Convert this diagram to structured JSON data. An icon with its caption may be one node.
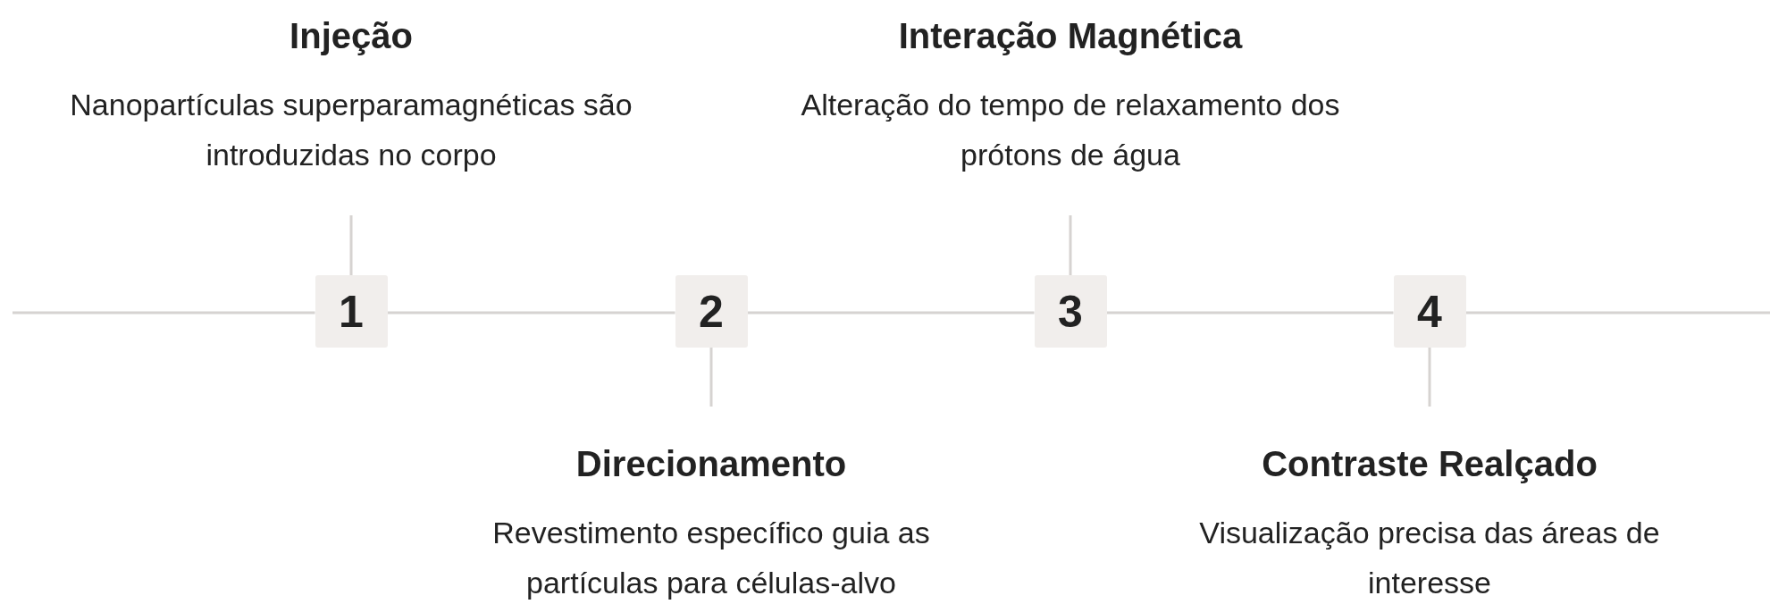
{
  "diagram": {
    "nodes": [
      {
        "text": [
          "Injeção",
          "Nanopartículas superparamagnéticas são introduzidas no corpo"
        ]
      },
      {
        "text": [
          "Interação Magnética",
          "Alteração do tempo de relaxamento dos prótons de água"
        ]
      },
      {
        "text": [
          "1"
        ]
      },
      {
        "text": [
          "2"
        ]
      },
      {
        "text": [
          "3"
        ]
      },
      {
        "text": [
          "4"
        ]
      },
      {
        "text": [
          "Direcionamento",
          "Revestimento específico guia as partículas para células-alvo"
        ]
      },
      {
        "text": [
          "Contraste Realçado",
          "Visualização precisa das áreas de interesse"
        ]
      }
    ],
    "edges": [
      {
        "from": 0,
        "to": 2,
        "arrow": "none"
      },
      {
        "from": 1,
        "to": 4,
        "arrow": "none"
      },
      {
        "from": 3,
        "to": 6,
        "arrow": "none"
      },
      {
        "from": 5,
        "to": 7,
        "arrow": "none"
      },
      {
        "from": null,
        "to": 2,
        "arrow": "none"
      },
      {
        "from": 2,
        "to": 3,
        "arrow": "none"
      },
      {
        "from": 3,
        "to": 4,
        "arrow": "none"
      },
      {
        "from": 4,
        "to": 5,
        "arrow": "none"
      },
      {
        "from": 5,
        "to": null,
        "arrow": "none"
      }
    ]
  }
}
